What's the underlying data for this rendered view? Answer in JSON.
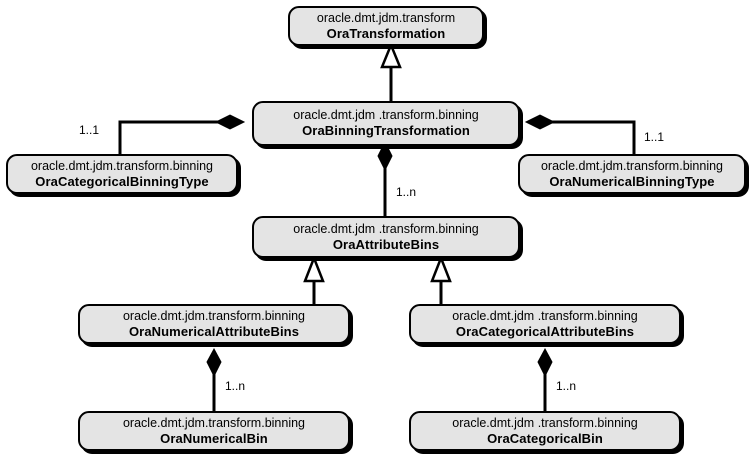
{
  "diagram": {
    "title": "Oracle JDM Binning Transformation class hierarchy",
    "type": "uml-class-diagram",
    "background_color": "#ffffff",
    "box_fill_color": "#e4e4e4",
    "line_color": "#000000"
  },
  "classes": [
    {
      "id": "ora-transformation",
      "package": "oracle.dmt.jdm.transform",
      "name": "OraTransformation"
    },
    {
      "id": "ora-binning-transformation",
      "package": "oracle.dmt.jdm .transform.binning",
      "name": "OraBinningTransformation"
    },
    {
      "id": "ora-categorical-binning-type",
      "package": "oracle.dmt.jdm.transform.binning",
      "name": "OraCategoricalBinningType"
    },
    {
      "id": "ora-numerical-binning-type",
      "package": "oracle.dmt.jdm.transform.binning",
      "name": "OraNumericalBinningType"
    },
    {
      "id": "ora-attribute-bins",
      "package": "oracle.dmt.jdm .transform.binning",
      "name": "OraAttributeBins"
    },
    {
      "id": "ora-numerical-attribute-bins",
      "package": "oracle.dmt.jdm.transform.binning",
      "name": "OraNumericalAttributeBins"
    },
    {
      "id": "ora-categorical-attribute-bins",
      "package": "oracle.dmt.jdm .transform.binning",
      "name": "OraCategoricalAttributeBins"
    },
    {
      "id": "ora-numerical-bin",
      "package": "oracle.dmt.jdm.transform.binning",
      "name": "OraNumericalBin"
    },
    {
      "id": "ora-categorical-bin",
      "package": "oracle.dmt.jdm .transform.binning",
      "name": "OraCategoricalBin"
    }
  ],
  "relationships": [
    {
      "id": "gen-binning-to-transformation",
      "type": "generalization",
      "from": "OraBinningTransformation",
      "to": "OraTransformation",
      "multiplicity": ""
    },
    {
      "id": "comp-binning-categorical-type",
      "type": "composition",
      "from": "OraBinningTransformation",
      "to": "OraCategoricalBinningType",
      "multiplicity": "1..1"
    },
    {
      "id": "comp-binning-numerical-type",
      "type": "composition",
      "from": "OraBinningTransformation",
      "to": "OraNumericalBinningType",
      "multiplicity": "1..1"
    },
    {
      "id": "comp-binning-attribute-bins",
      "type": "composition",
      "from": "OraBinningTransformation",
      "to": "OraAttributeBins",
      "multiplicity": "1..n"
    },
    {
      "id": "gen-numerical-attr-bins",
      "type": "generalization",
      "from": "OraNumericalAttributeBins",
      "to": "OraAttributeBins",
      "multiplicity": ""
    },
    {
      "id": "gen-categorical-attr-bins",
      "type": "generalization",
      "from": "OraCategoricalAttributeBins",
      "to": "OraAttributeBins",
      "multiplicity": ""
    },
    {
      "id": "comp-numerical-attr-bins-bin",
      "type": "composition",
      "from": "OraNumericalAttributeBins",
      "to": "OraNumericalBin",
      "multiplicity": "1..n"
    },
    {
      "id": "comp-categorical-attr-bins-bin",
      "type": "composition",
      "from": "OraCategoricalAttributeBins",
      "to": "OraCategoricalBin",
      "multiplicity": "1..n"
    }
  ]
}
